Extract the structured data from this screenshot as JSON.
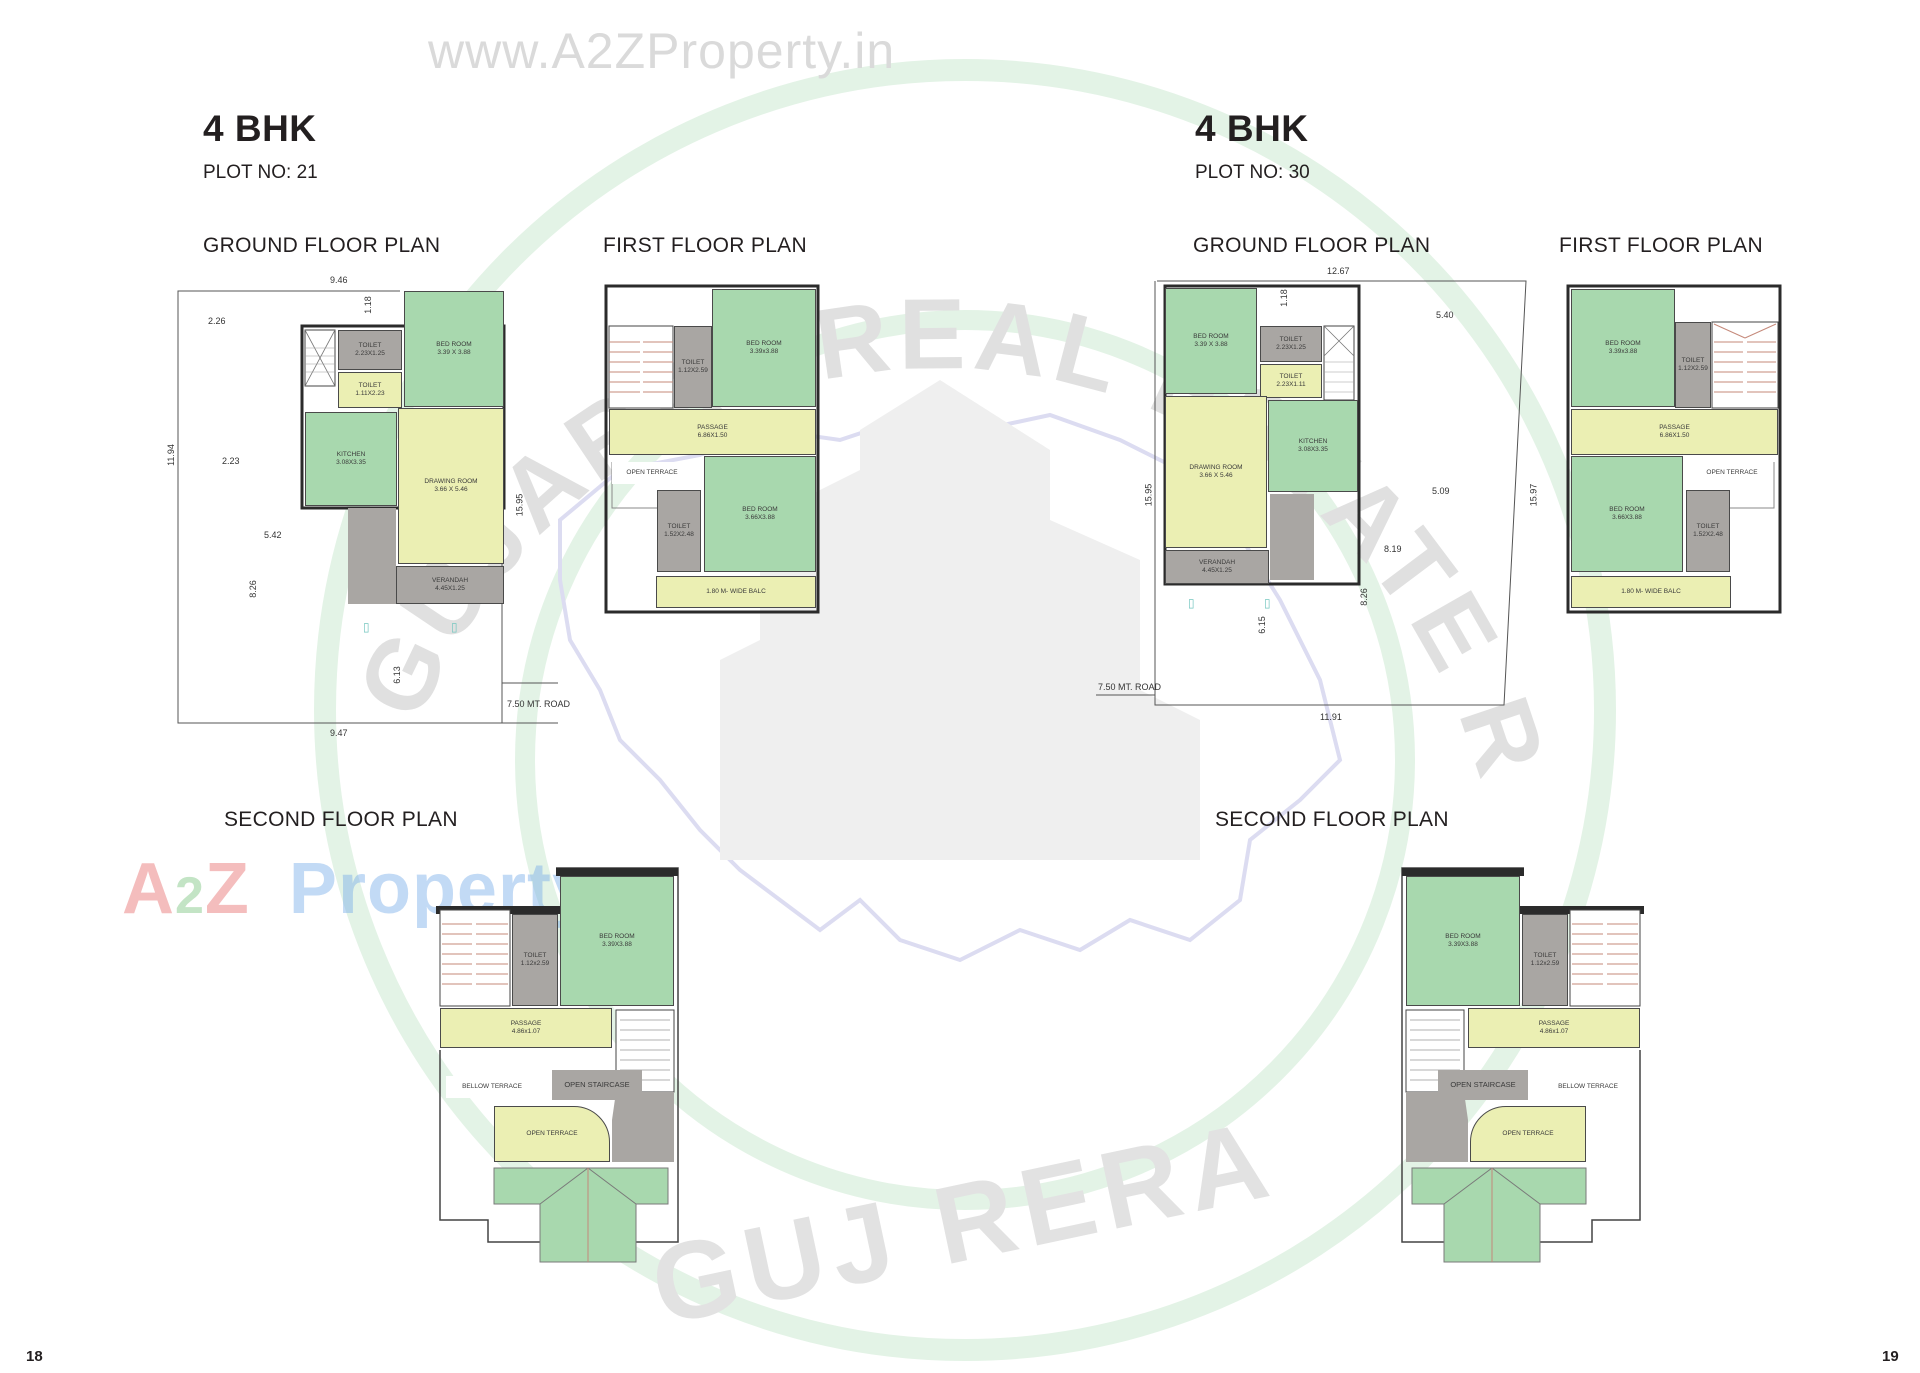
{
  "watermark": {
    "url": "www.A2ZProperty.in",
    "arc_text": "GUJARAT REAL ESTATE REGULATORY AUTHORITY",
    "bottom_text": "GUJ RERA",
    "a2z_a": "A",
    "a2z_2": "2",
    "a2z_z": "Z",
    "a2z_property": "Property",
    "colors": {
      "ring": "#dff1e3",
      "stamp": "#e4e4e4",
      "map": "#dcdcf1",
      "a2z_red": "#e76f6f",
      "a2z_green": "#7cc47f",
      "a2z_blue": "#7aaee9",
      "a2z_yellow": "#f2d060"
    }
  },
  "left": {
    "title": "4 BHK",
    "plot": "PLOT NO: 21",
    "ground_title": "GROUND FLOOR PLAN",
    "first_title": "FIRST FLOOR PLAN",
    "second_title": "SECOND FLOOR PLAN",
    "ground": {
      "dims": {
        "top": "9.46",
        "bottom": "9.47",
        "left": "11.94",
        "top_small": "1.18",
        "d226": "2.26",
        "d223": "2.23",
        "d542": "5.42",
        "d826": "8.26",
        "d613": "6.13",
        "d1595": "15.95"
      },
      "road": "7.50 MT. ROAD",
      "rooms": {
        "bed": {
          "name": "BED ROOM",
          "size": "3.39 X 3.88"
        },
        "toilet1": {
          "name": "TOILET",
          "size": "2.23X1.25"
        },
        "toilet2": {
          "name": "TOILET",
          "size": "1.11X2.23"
        },
        "kitchen": {
          "name": "KITCHEN",
          "size": "3.08X3.35"
        },
        "drawing": {
          "name": "DRAWING ROOM",
          "size": "3.66 X 5.46"
        },
        "verandah": {
          "name": "VERANDAH",
          "size": "4.45X1.25"
        }
      }
    },
    "first": {
      "rooms": {
        "bed1": {
          "name": "BED ROOM",
          "size": "3.39x3.88"
        },
        "toilet1": {
          "name": "TOILET",
          "size": "1.12X2.59"
        },
        "passage": {
          "name": "PASSAGE",
          "size": "6.86X1.50"
        },
        "openterrace": {
          "name": "OPEN TERRACE"
        },
        "toilet2": {
          "name": "TOILET",
          "size": "1.52X2.48"
        },
        "bed2": {
          "name": "BED ROOM",
          "size": "3.66X3.88"
        },
        "balc": {
          "name": "1.80 M- WIDE BALC"
        }
      }
    },
    "second": {
      "rooms": {
        "bed": {
          "name": "BED ROOM",
          "size": "3.39X3.88"
        },
        "toilet": {
          "name": "TOILET",
          "size": "1.12x2.59"
        },
        "passage": {
          "name": "PASSAGE",
          "size": "4.86x1.07"
        },
        "bellow": {
          "name": "BELLOW TERRACE"
        },
        "openstair": {
          "name": "OPEN STAIRCASE"
        },
        "openterrace": {
          "name": "OPEN TERRACE"
        }
      }
    }
  },
  "right": {
    "title": "4 BHK",
    "plot": "PLOT NO: 30",
    "ground_title": "GROUND FLOOR PLAN",
    "first_title": "FIRST FLOOR PLAN",
    "second_title": "SECOND FLOOR PLAN",
    "ground": {
      "dims": {
        "top": "12.67",
        "bottom": "11.91",
        "left": "15.95",
        "right": "15.97",
        "top_small": "1.18",
        "d540": "5.40",
        "d509": "5.09",
        "d819": "8.19",
        "d826": "8.26",
        "d615": "6.15"
      },
      "road": "7.50 MT. ROAD",
      "rooms": {
        "bed": {
          "name": "BED ROOM",
          "size": "3.39 X 3.88"
        },
        "toilet1": {
          "name": "TOILET",
          "size": "2.23X1.25"
        },
        "toilet2": {
          "name": "TOILET",
          "size": "2.23X1.11"
        },
        "kitchen": {
          "name": "KITCHEN",
          "size": "3.08X3.35"
        },
        "drawing": {
          "name": "DRAWING ROOM",
          "size": "3.66 X 5.46"
        },
        "verandah": {
          "name": "VERANDAH",
          "size": "4.45X1.25"
        }
      }
    },
    "first": {
      "rooms": {
        "bed1": {
          "name": "BED ROOM",
          "size": "3.39x3.88"
        },
        "toilet1": {
          "name": "TOILET",
          "size": "1.12X2.59"
        },
        "passage": {
          "name": "PASSAGE",
          "size": "6.86X1.50"
        },
        "openterrace": {
          "name": "OPEN TERRACE"
        },
        "toilet2": {
          "name": "TOILET",
          "size": "1.52X2.48"
        },
        "bed2": {
          "name": "BED ROOM",
          "size": "3.66X3.88"
        },
        "balc": {
          "name": "1.80 M- WIDE BALC"
        }
      }
    },
    "second": {
      "rooms": {
        "bed": {
          "name": "BED ROOM",
          "size": "3.39X3.88"
        },
        "toilet": {
          "name": "TOILET",
          "size": "1.12x2.59"
        },
        "passage": {
          "name": "PASSAGE",
          "size": "4.86x1.07"
        },
        "bellow": {
          "name": "BELLOW TERRACE"
        },
        "openstair": {
          "name": "OPEN STAIRCASE"
        },
        "openterrace": {
          "name": "OPEN TERRACE"
        }
      }
    }
  },
  "page_numbers": {
    "left": "18",
    "right": "19"
  }
}
